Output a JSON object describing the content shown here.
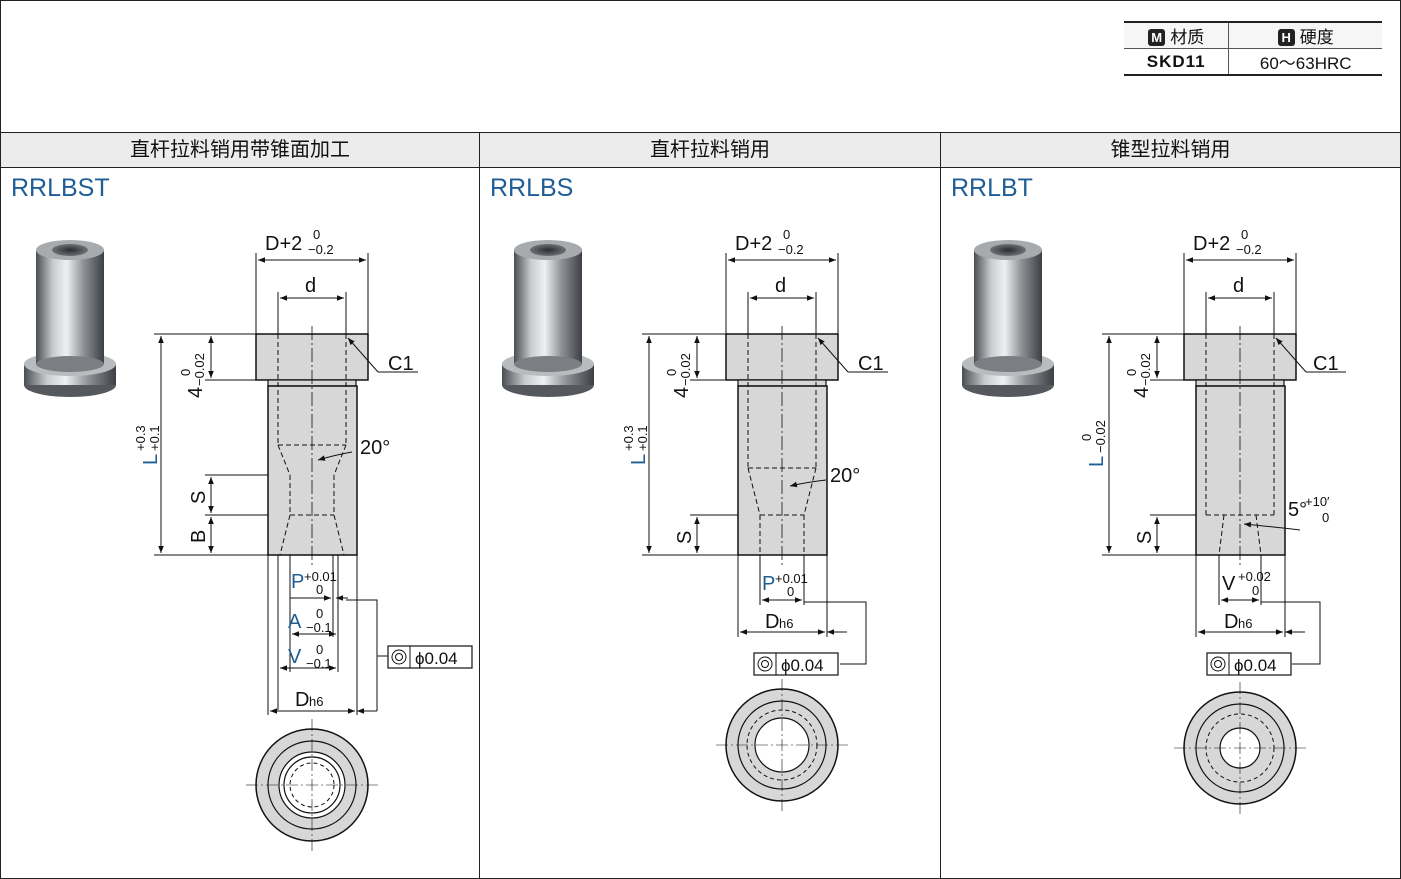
{
  "spec_table": {
    "material_badge": "M",
    "material_label": "材质",
    "hardness_badge": "H",
    "hardness_label": "硬度",
    "material_value": "SKD11",
    "hardness_value": "60～63HRC"
  },
  "columns": [
    {
      "header": "直杆拉料销用带锥面加工",
      "code": "RRLBST",
      "dims": {
        "overall_width": "D+2",
        "overall_width_upper": "0",
        "overall_width_lower": "−0.2",
        "bore": "d",
        "chamfer": "C1",
        "head_height": "4",
        "head_height_upper": "0",
        "head_height_lower": "−0.02",
        "length_letter": "L",
        "length_upper": "+0.3",
        "length_lower": "+0.1",
        "angle": "20°",
        "dim_s": "S",
        "dim_b": "B",
        "p_letter": "P",
        "p_upper": "+0.01",
        "p_lower": "0",
        "a_letter": "A",
        "a_upper": "0",
        "a_lower": "−0.1",
        "v_letter": "V",
        "v_upper": "0",
        "v_lower": "−0.1",
        "shaft_letter": "D",
        "shaft_sub": "h6",
        "concentricity": "ϕ0.04"
      }
    },
    {
      "header": "直杆拉料销用",
      "code": "RRLBS",
      "dims": {
        "overall_width": "D+2",
        "overall_width_upper": "0",
        "overall_width_lower": "−0.2",
        "bore": "d",
        "chamfer": "C1",
        "head_height": "4",
        "head_height_upper": "0",
        "head_height_lower": "−0.02",
        "length_letter": "L",
        "length_upper": "+0.3",
        "length_lower": "+0.1",
        "angle": "20°",
        "dim_s": "S",
        "p_letter": "P",
        "p_upper": "+0.01",
        "p_lower": "0",
        "shaft_letter": "D",
        "shaft_sub": "h6",
        "concentricity": "ϕ0.04"
      }
    },
    {
      "header": "锥型拉料销用",
      "code": "RRLBT",
      "dims": {
        "overall_width": "D+2",
        "overall_width_upper": "0",
        "overall_width_lower": "−0.2",
        "bore": "d",
        "chamfer": "C1",
        "head_height": "4",
        "head_height_upper": "0",
        "head_height_lower": "−0.02",
        "length_letter": "L",
        "length_upper": "0",
        "length_lower": "−0.02",
        "angle": "5°",
        "angle_upper": "+10′",
        "angle_lower": "0",
        "dim_s": "S",
        "v_letter": "V",
        "v_upper": "+0.02",
        "v_lower": "0",
        "shaft_letter": "D",
        "shaft_sub": "h6",
        "concentricity": "ϕ0.04"
      }
    }
  ]
}
